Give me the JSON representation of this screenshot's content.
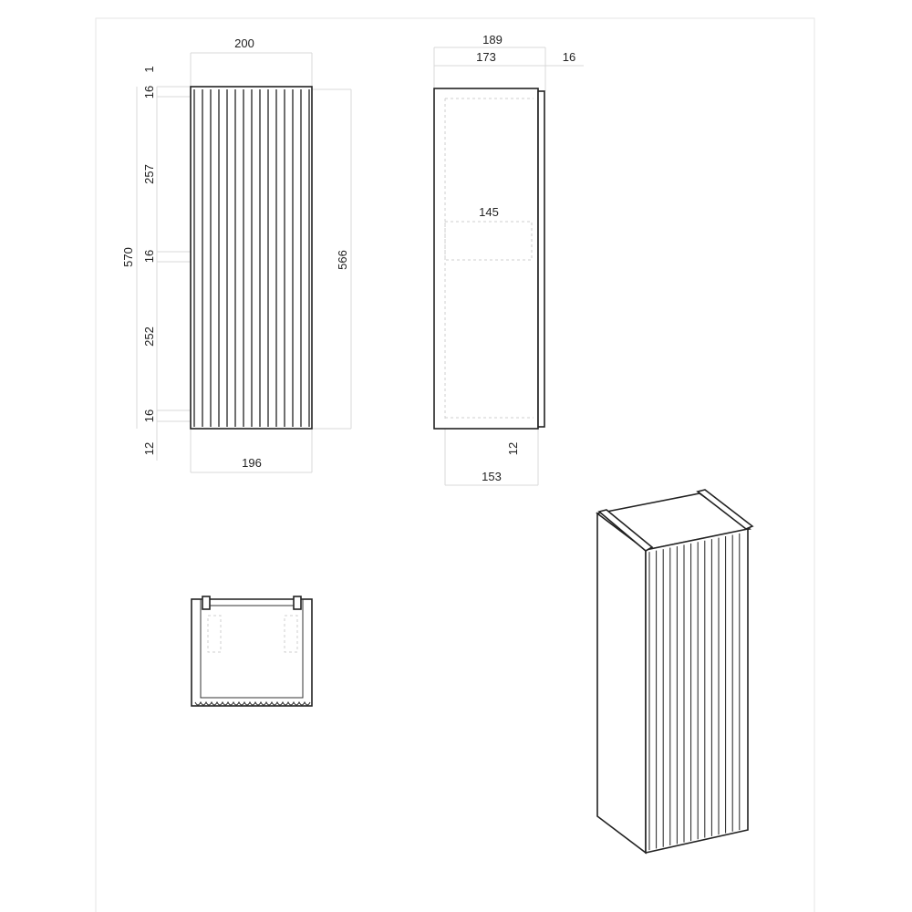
{
  "drawing": {
    "front_view": {
      "width_top": "200",
      "width_bottom": "196",
      "left_dims": [
        "1",
        "16",
        "257",
        "16",
        "252",
        "16",
        "12"
      ],
      "total_height": "570",
      "right_height": "566"
    },
    "side_view": {
      "depth_total": "189",
      "depth_body": "173",
      "door_thickness": "16",
      "shelf_depth": "145",
      "bottom_offset": "12",
      "bottom_depth": "153"
    },
    "colors": {
      "line": "#222222",
      "extension": "#d8d8d8",
      "frame": "#e6e6e6"
    }
  }
}
